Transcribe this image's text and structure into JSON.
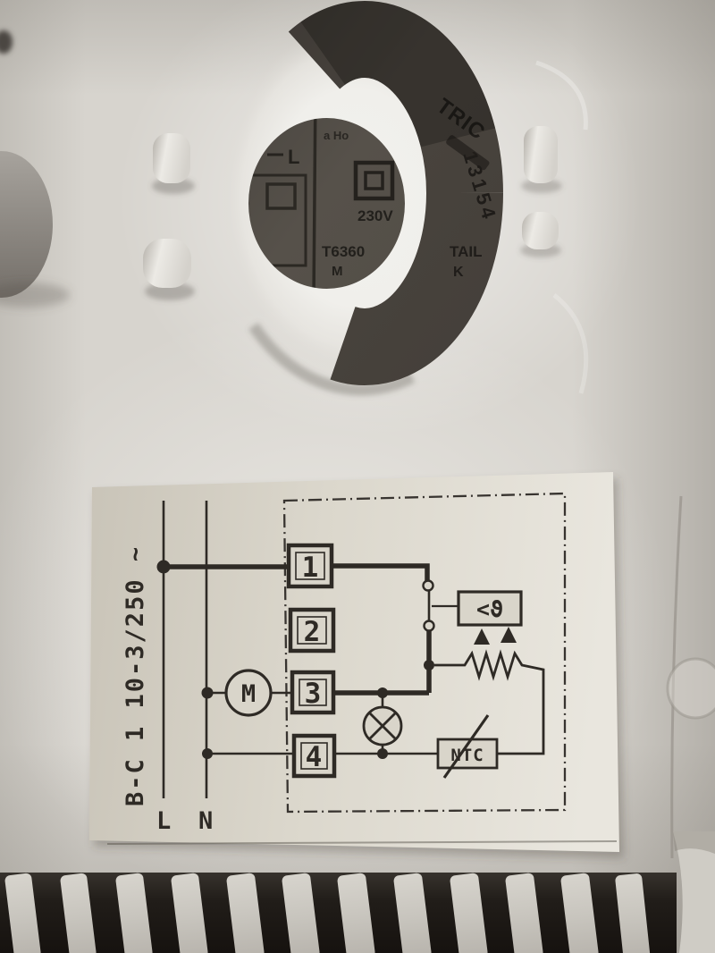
{
  "device": {
    "body_color": "#d8d5cf",
    "label": {
      "label_bg": "#55504a",
      "ink": "#23201d",
      "brand_fragment": "TRIC",
      "serial_vertical": "13154",
      "terminal_letter": "L",
      "tiny_text": "a Ho",
      "voltage": "230V",
      "model_fragment_left": "T6360",
      "model_fragment_right": "TAIL",
      "footer_left": "M",
      "footer_right": "K"
    }
  },
  "wiring_sticker": {
    "paper_color": "#d9d5ca",
    "ink_color": "#2e2a25",
    "rating_vertical_text": "B-C 1  10-3/250 ~",
    "live_label": "L",
    "neutral_label": "N",
    "terminal_labels": [
      "1",
      "2",
      "3",
      "4"
    ],
    "motor_label": "M",
    "thermostat_contact_label": "<ϑ",
    "thermistor_label": "NTC"
  }
}
